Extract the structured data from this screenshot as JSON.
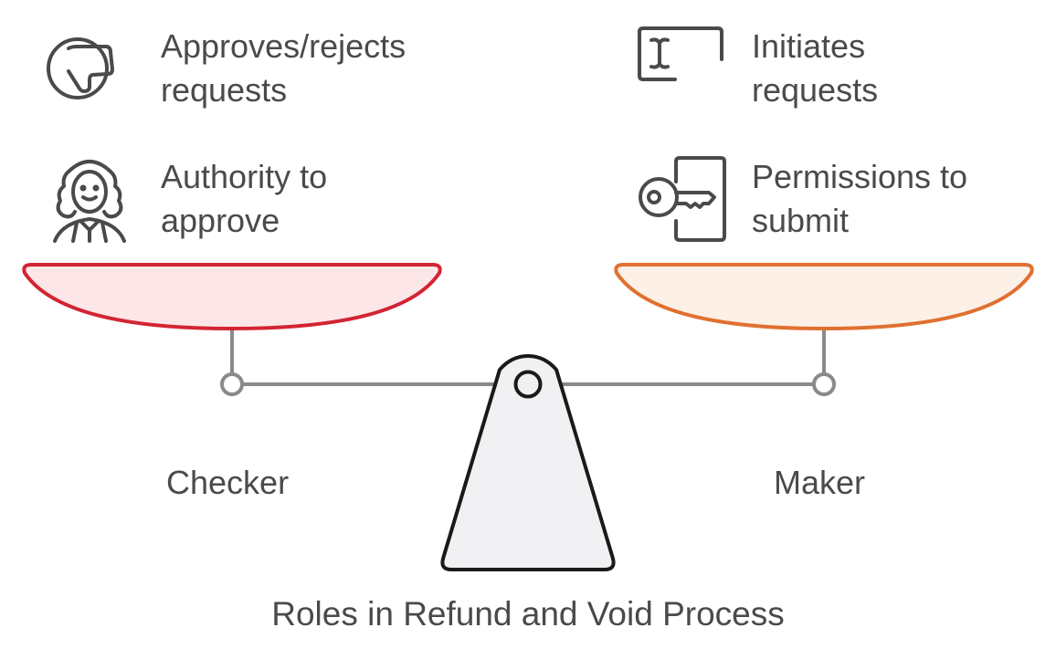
{
  "title": "Roles in Refund and Void Process",
  "checker": {
    "label": "Checker",
    "color": "#d32433",
    "fill": "#fce6e8",
    "items": [
      {
        "icon": "thumbs-down-icon",
        "line1": "Approves/rejects",
        "line2": "requests"
      },
      {
        "icon": "judge-icon",
        "line1": "Authority to",
        "line2": "approve"
      }
    ]
  },
  "maker": {
    "label": "Maker",
    "color": "#e07030",
    "fill": "#fdf0e6",
    "items": [
      {
        "icon": "text-cursor-icon",
        "line1": "Initiates",
        "line2": "requests"
      },
      {
        "icon": "key-door-icon",
        "line1": "Permissions to",
        "line2": "submit"
      }
    ]
  }
}
